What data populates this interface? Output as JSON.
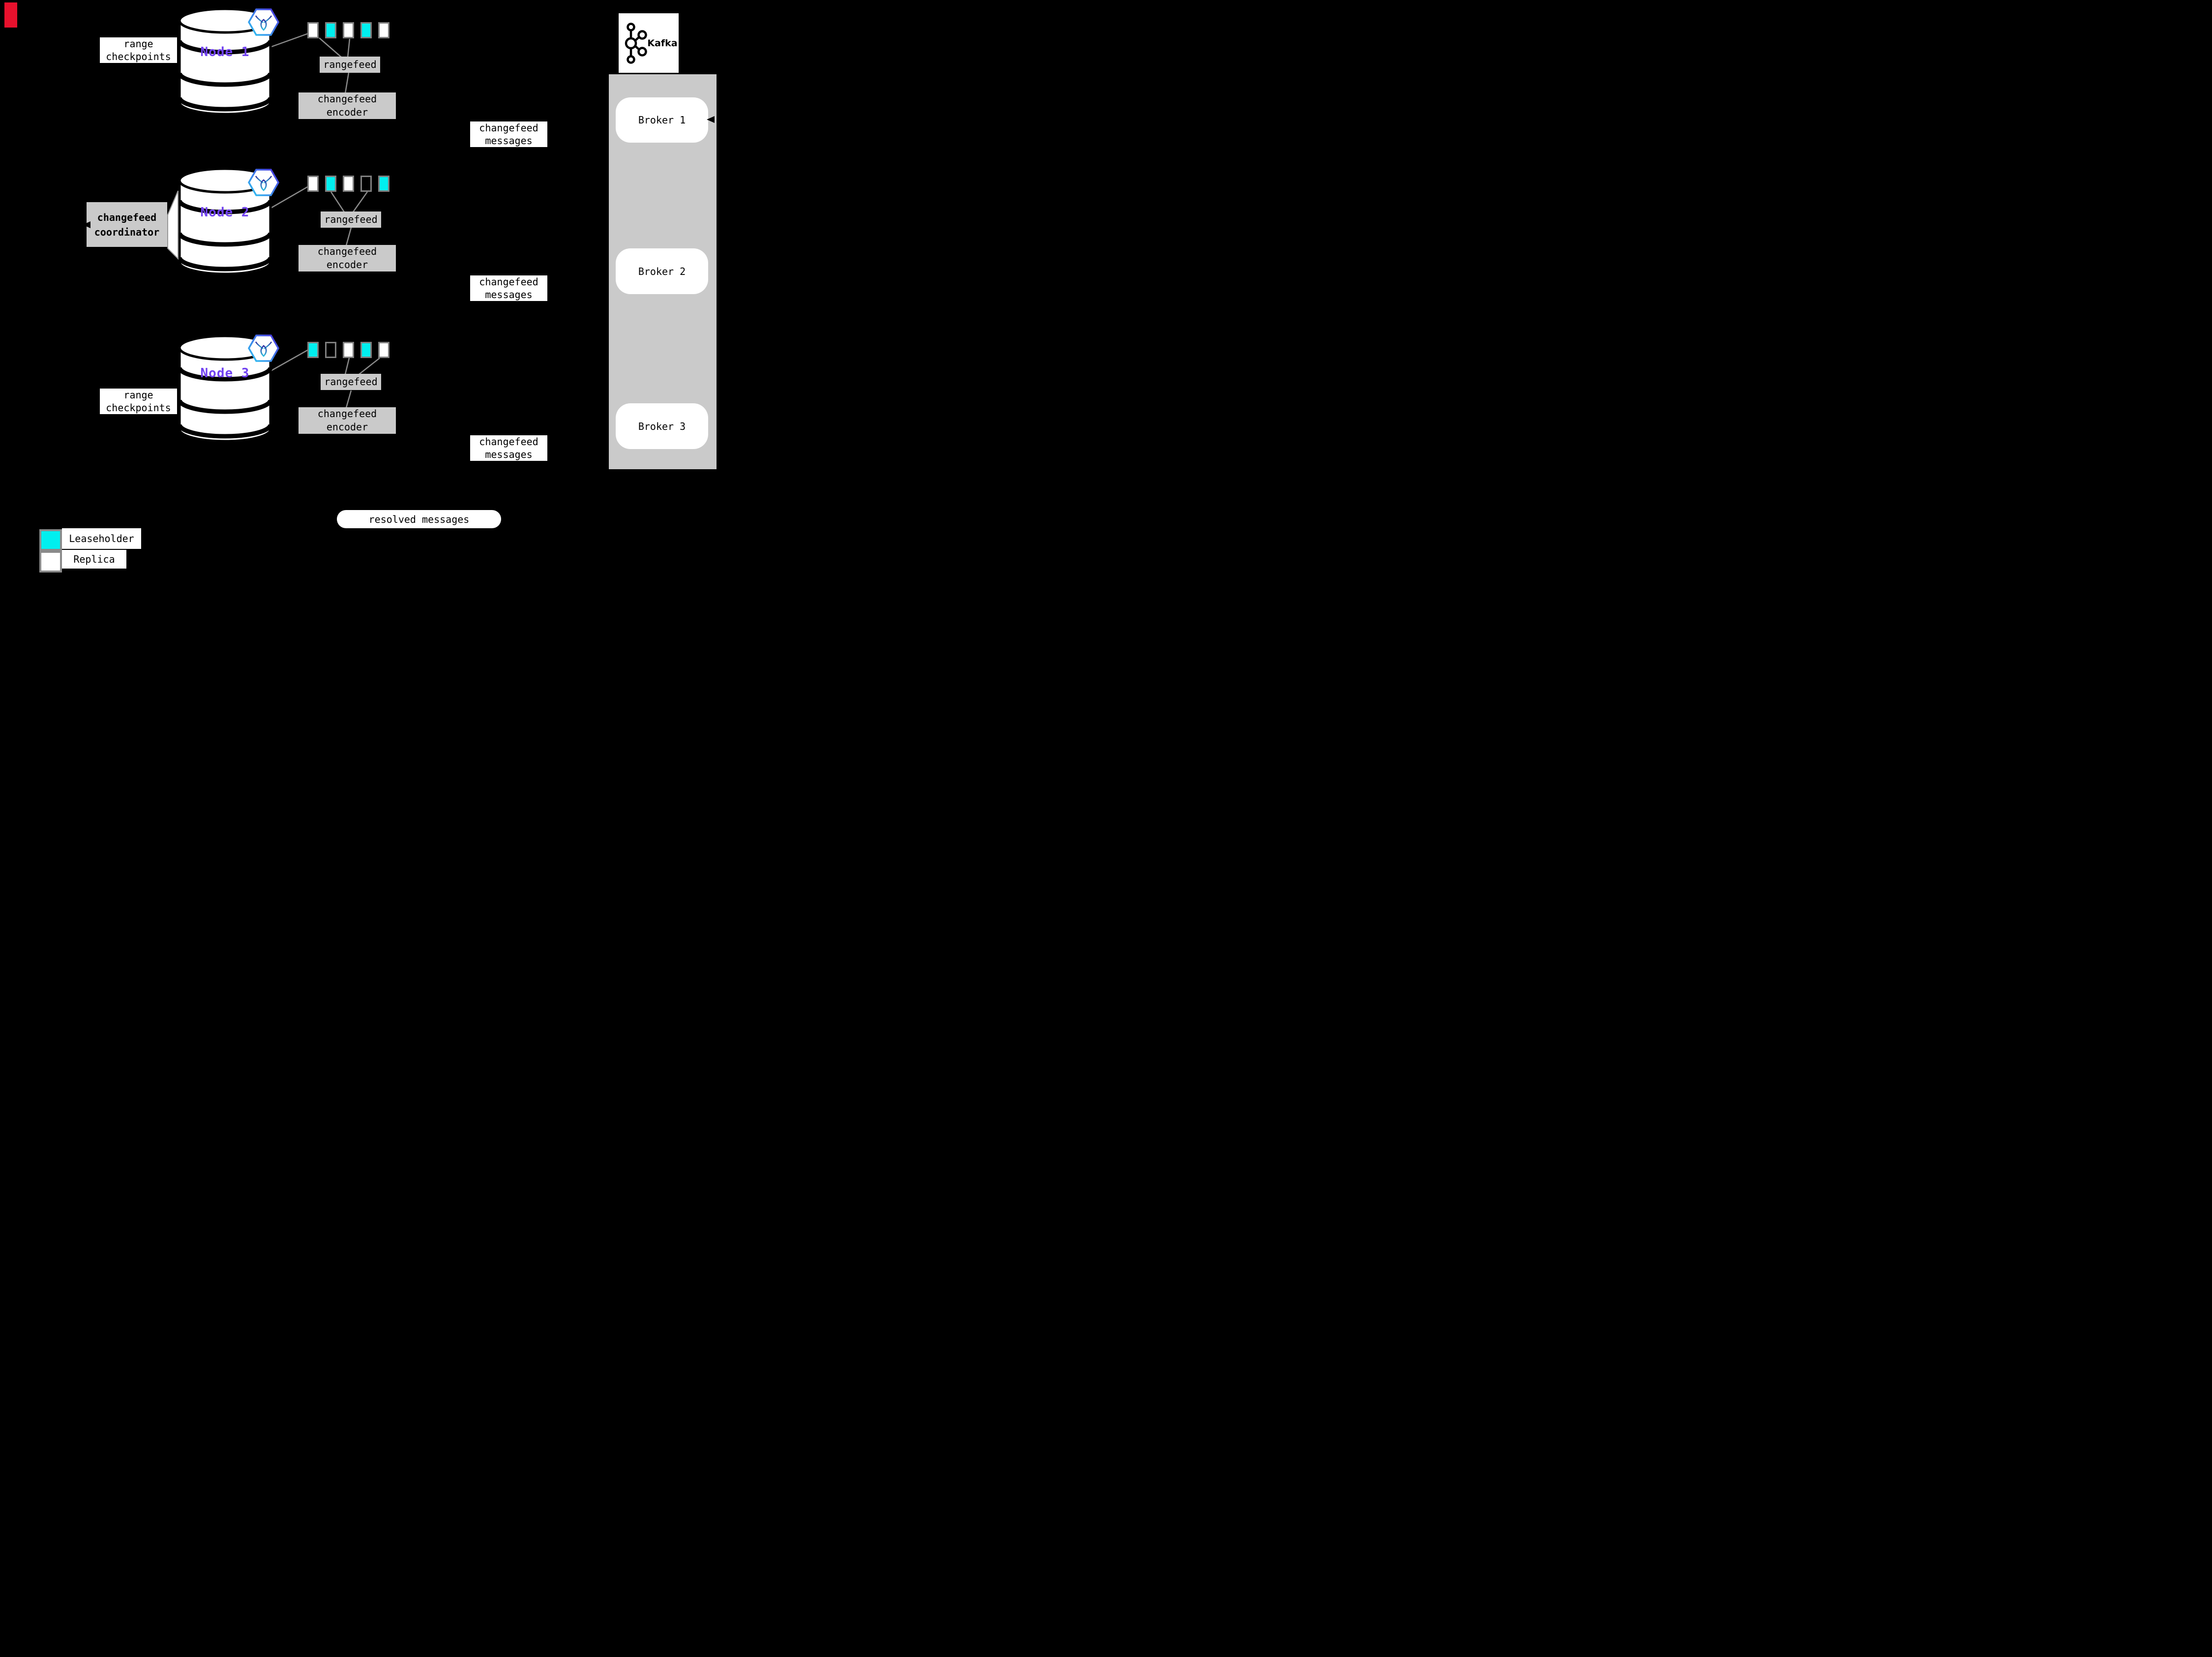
{
  "colors": {
    "background": "#000000",
    "leaseholder": "#00efef",
    "replica": "#ffffff",
    "range_border": "#7f7f7f",
    "gray_box": "#cacaca",
    "kafka_panel": "#cacaca",
    "connector": "#8a8a8a",
    "node_label": "#7142f0",
    "label_bg": "#ffffff",
    "red_marker": "#e8112d",
    "hex_gradient": [
      "#2fc8f2",
      "#4b2fe0"
    ]
  },
  "nodes": [
    {
      "name": "Node 1",
      "ranges": [
        "replica",
        "leaseholder",
        "replica",
        "leaseholder",
        "replica"
      ]
    },
    {
      "name": "Node 2",
      "ranges": [
        "replica",
        "leaseholder",
        "replica",
        "empty",
        "leaseholder"
      ]
    },
    {
      "name": "Node 3",
      "ranges": [
        "leaseholder",
        "empty",
        "replica",
        "leaseholder",
        "replica"
      ]
    }
  ],
  "labels": {
    "range_checkpoints": "range checkpoints",
    "rangefeed": "rangefeed",
    "changefeed_encoder": "changefeed encoder",
    "changefeed_messages": "changefeed messages",
    "changefeed_coordinator": "changefeed coordinator",
    "resolved_messages": "resolved messages"
  },
  "kafka": {
    "brand": "Kafka",
    "brokers": [
      "Broker 1",
      "Broker 2",
      "Broker 3"
    ]
  },
  "legend": [
    {
      "label": "Leaseholder",
      "type": "leaseholder"
    },
    {
      "label": "Replica",
      "type": "replica"
    }
  ]
}
